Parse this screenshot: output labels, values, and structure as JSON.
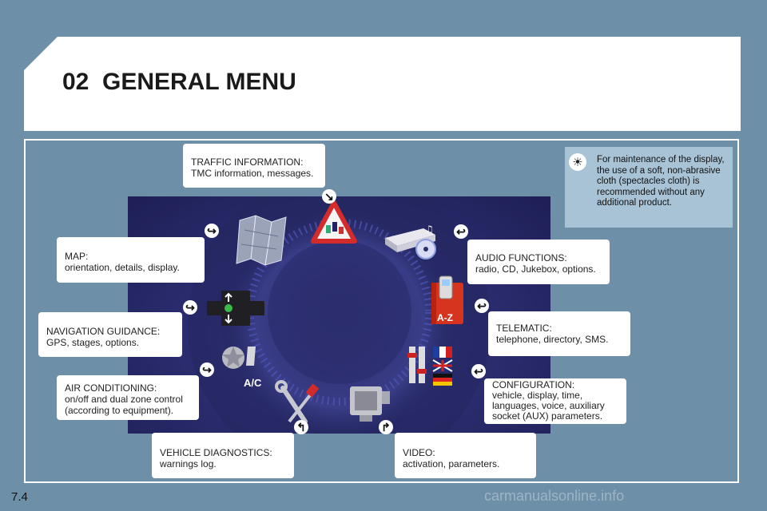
{
  "header": {
    "chapter_number": "02",
    "title": "GENERAL MENU"
  },
  "callouts": {
    "traffic": {
      "title": "TRAFFIC INFORMATION:",
      "desc": "TMC information, messages."
    },
    "map": {
      "title": "MAP:",
      "desc": "orientation, details, display."
    },
    "navigation": {
      "title": "NAVIGATION GUIDANCE:",
      "desc": "GPS, stages, options."
    },
    "air_conditioning": {
      "title": "AIR CONDITIONING:",
      "desc1": "on/off and dual zone control",
      "desc2": "(according to equipment)."
    },
    "diagnostics": {
      "title": "VEHICLE DIAGNOSTICS:",
      "desc": "warnings log."
    },
    "video": {
      "title": "VIDEO:",
      "desc": "activation, parameters."
    },
    "configuration": {
      "title": "CONFIGURATION:",
      "desc1": "vehicle, display, time,",
      "desc2": "languages, voice, auxiliary",
      "desc3": "socket (AUX) parameters."
    },
    "telematic": {
      "title": "TELEMATIC:",
      "desc": "telephone, directory, SMS."
    },
    "audio": {
      "title": "AUDIO FUNCTIONS:",
      "desc": "radio, CD, Jukebox, options."
    }
  },
  "screen_icons": {
    "atoz_label": "A-Z",
    "ac_label": "A/C"
  },
  "note": {
    "text": "For maintenance of the display, the use of a soft, non-abrasive cloth (spectacles cloth) is recommended without any additional product."
  },
  "footer": {
    "page_number": "7.4",
    "watermark": "carmanualsonline.info"
  }
}
